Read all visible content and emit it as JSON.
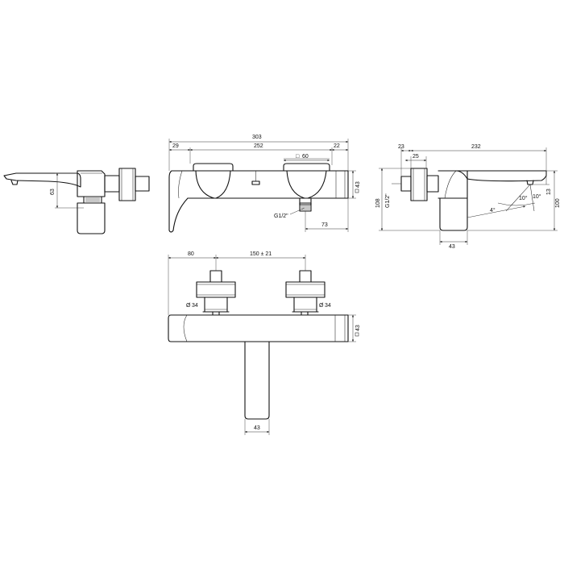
{
  "dimensions": {
    "front_total": "303",
    "front_left": "29",
    "front_mid": "252",
    "front_right": "22",
    "front_square": "60",
    "front_height": "43",
    "front_thread": "G1/2\"",
    "front_offset": "73",
    "left_height": "63",
    "right_23": "23",
    "right_25": "25",
    "right_232": "232",
    "right_108": "108",
    "right_thread": "G1/2\"",
    "right_100": "100",
    "right_13": "13",
    "right_angle_a": "10°",
    "right_angle_b": "10°",
    "right_angle_c": "4°",
    "right_43": "43",
    "top_80": "80",
    "top_150": "150 ± 21",
    "top_d34_left": "34",
    "top_d34_right": "34",
    "top_square": "43",
    "top_bottom": "43"
  },
  "symbols": {
    "square": "□",
    "diameter": "Ø"
  }
}
